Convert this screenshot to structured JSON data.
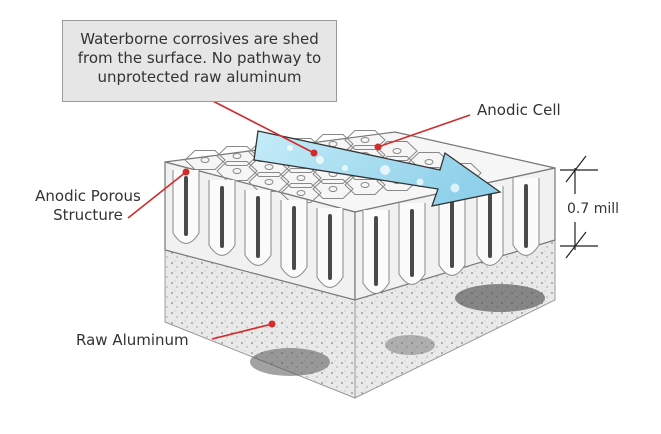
{
  "callout": {
    "lines": [
      "Waterborne corrosives are shed",
      "from the surface. No pathway to",
      "unprotected raw aluminum"
    ]
  },
  "labels": {
    "anodic_cell": "Anodic Cell",
    "anodic_porous_line1": "Anodic Porous",
    "anodic_porous_line2": "Structure",
    "raw_aluminum": "Raw Aluminum",
    "thickness": "0.7 mill"
  },
  "colors": {
    "leader_line": "#d32a2a",
    "water_arrow": "#a9dcef",
    "pore": "#4a4a4a",
    "cell_fill": "#f4f4f4"
  }
}
